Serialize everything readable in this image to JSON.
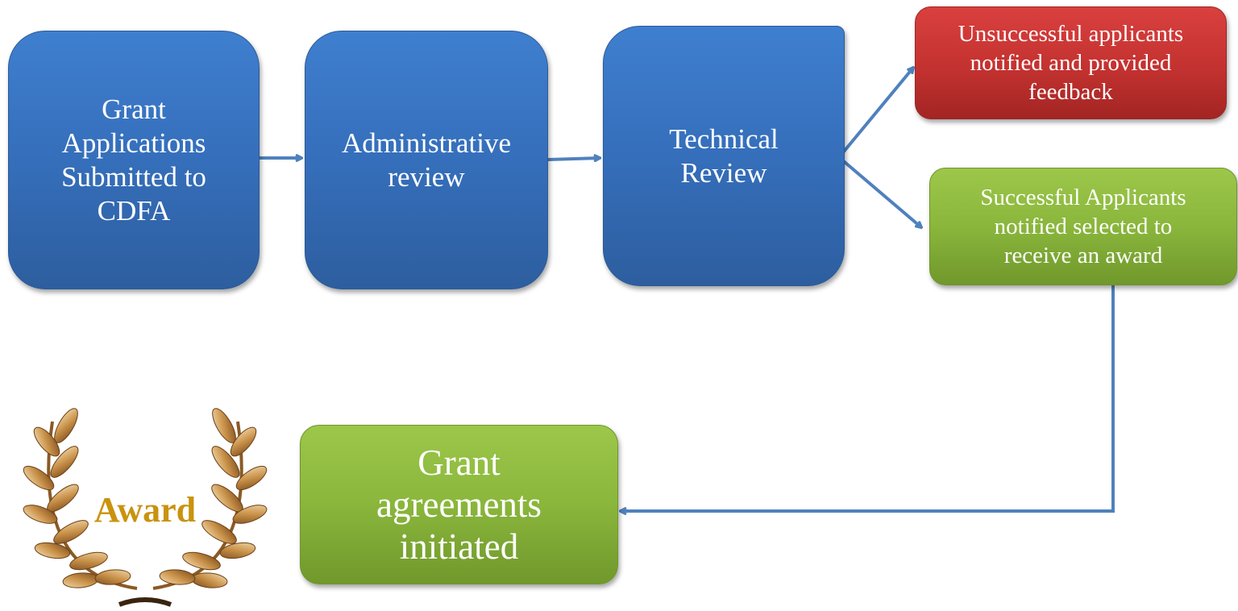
{
  "nodes": {
    "submitted": "Grant\nApplications\nSubmitted to\nCDFA",
    "admin_review": "Administrative\nreview",
    "technical_review": "Technical\nReview",
    "unsuccessful": "Unsuccessful applicants\nnotified and provided\nfeedback",
    "successful": "Successful Applicants\nnotified selected to\nreceive an award",
    "agreements": "Grant\nagreements\ninitiated"
  },
  "award_badge": {
    "label": "Award"
  },
  "colors": {
    "blue_box": "#3670bd",
    "red_box": "#c33230",
    "green_box": "#8ab63c",
    "arrow": "#4f81bd",
    "award_gold": "#c9930e"
  }
}
